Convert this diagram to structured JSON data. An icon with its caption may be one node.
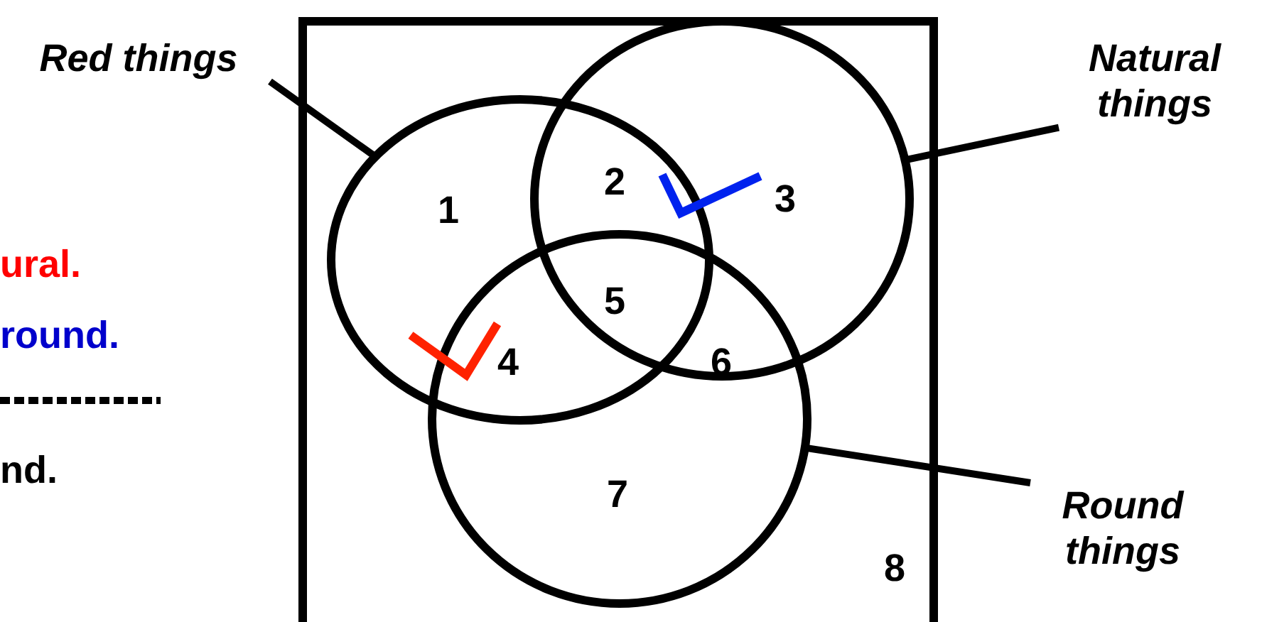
{
  "diagram": {
    "nodes": [
      {
        "text": [],
        "shape": "box"
      },
      {
        "text": [],
        "shape": "circle",
        "in": 0
      },
      {
        "text": [],
        "shape": "circle",
        "in": 0
      },
      {
        "text": [],
        "shape": "circle",
        "in": 0
      },
      {
        "text": [
          "Red things"
        ]
      },
      {
        "text": [
          "Natural things"
        ]
      },
      {
        "text": [
          "Round things"
        ]
      }
    ],
    "edges": [
      {
        "from": 4,
        "to": 1,
        "arrow": "none"
      },
      {
        "from": 5,
        "to": 2,
        "arrow": "none"
      },
      {
        "from": 6,
        "to": 3,
        "arrow": "none"
      }
    ],
    "labels": [
      "ural.",
      "round.",
      "nd.",
      "1",
      "2",
      "3",
      "4",
      "5",
      "6",
      "7",
      "8"
    ]
  }
}
